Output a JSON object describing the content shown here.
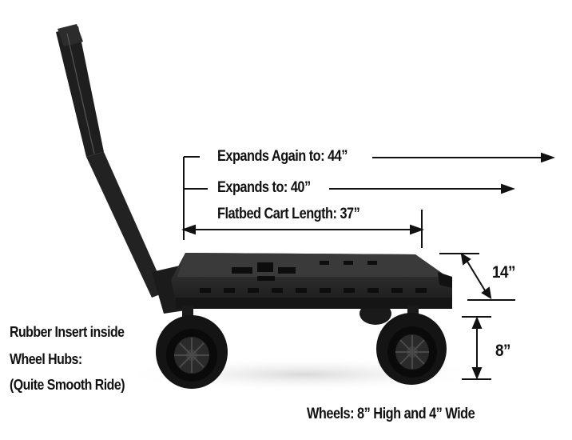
{
  "labels": {
    "expands_again": "Expands Again to: 44”",
    "expands": "Expands to: 40”",
    "flatbed_length": "Flatbed Cart Length: 37”",
    "width_dim": "14”",
    "wheel_height_dim": "8”",
    "rubber_line1": "Rubber Insert inside",
    "rubber_line2": "Wheel Hubs:",
    "rubber_line3": "(Quite Smooth Ride)",
    "wheels": "Wheels: 8” High and 4” Wide"
  },
  "colors": {
    "background": "#ffffff",
    "cart_body": "#1c1c1c",
    "cart_deck": "#2e2e2e",
    "text": "#111111"
  }
}
